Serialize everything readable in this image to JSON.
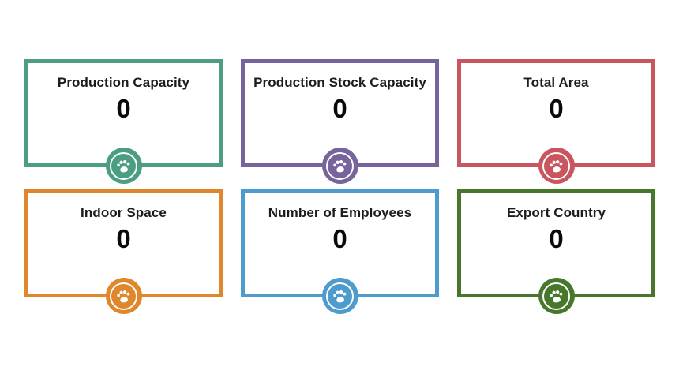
{
  "page": {
    "background": "#ffffff",
    "text_color": "#1c1c1c"
  },
  "cards": [
    {
      "title": "Production Capacity",
      "value": "0",
      "color": "#4B9E81",
      "icon": "paw-icon"
    },
    {
      "title": "Production Stock Capacity",
      "value": "0",
      "color": "#77649C",
      "icon": "paw-icon"
    },
    {
      "title": "Total Area",
      "value": "0",
      "color": "#C9565E",
      "icon": "paw-icon"
    },
    {
      "title": "Indoor Space",
      "value": "0",
      "color": "#E0862B",
      "icon": "paw-icon"
    },
    {
      "title": "Number of Employees",
      "value": "0",
      "color": "#4E9CCD",
      "icon": "paw-icon"
    },
    {
      "title": "Export Country",
      "value": "0",
      "color": "#48772C",
      "icon": "paw-icon"
    }
  ]
}
